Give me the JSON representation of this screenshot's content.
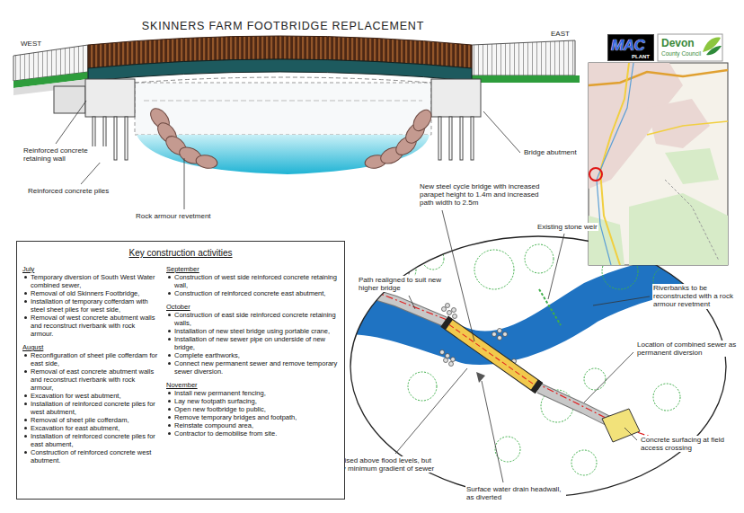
{
  "diagram": {
    "title": "SKINNERS FARM FOOTBRIDGE REPLACEMENT",
    "nodes": [
      {
        "text": [
          "MAC",
          "PLANT"
        ]
      },
      {
        "text": [
          "Devon",
          "County Council"
        ]
      },
      {
        "text": [
          "Key construction activities",
          "July",
          "Temporary diversion of South West Water combined sewer,",
          "Removal of old Skinners Footbridge,",
          "Installation of temporary cofferdam with steel sheet piles for west side,",
          "Removal of west concrete abutment walls and reconstruct riverbank with rock armour.",
          "August",
          "Reconfiguration of sheet pile cofferdam for east side,",
          "Removal of east concrete abutment walls and reconstruct riverbank with rock armour,",
          "Excavation for west abutment,",
          "Installation of reinforced concrete piles for west abutment,",
          "Removal of sheet pile cofferdam,",
          "Excavation for east abutment,",
          "Installation of reinforced concrete piles for east abument,",
          "Construction of reinforced concrete west abutment.",
          "September",
          "Construction of west side reinforced concrete retaining wall,",
          "Construction of reinforced concrete east abutment,",
          "October",
          "Construction of east side reinforced concrete retaining walls,",
          "Installation of new steel bridge using portable crane,",
          "Installation of new sewer pipe on underside of new bridge,",
          "Complete earthworks,",
          "Connect new permanent sewer and remove temporary sewer diversion.",
          "November",
          "Install new permanent fencing,",
          "Lay new footpath surfacing,",
          "Open new footbridge to public,",
          "Remove temporary bridges and footpath,",
          "Reinstate compound area,",
          "Contractor to demobilise from site."
        ]
      }
    ],
    "labels": [
      "WEST",
      "EAST",
      "Reinforced concrete retaining wall",
      "Reinforced concrete piles",
      "Rock armour revetment",
      "Bridge abutment",
      "New steel cycle bridge with increased parapet height to 1.4m and increased path width to 2.5m",
      "Existing stone weir",
      "Path realigned to suit new higher bridge",
      "Riverbanks to be reconstructed with a rock armour revetment",
      "Location of combined sewer as permanent diversion",
      "Concrete surfacing at field access crossing",
      "Bridge raised above flood levels, but limited by minimum gradient of sewer",
      "Surface water drain headwall, as diverted"
    ]
  }
}
